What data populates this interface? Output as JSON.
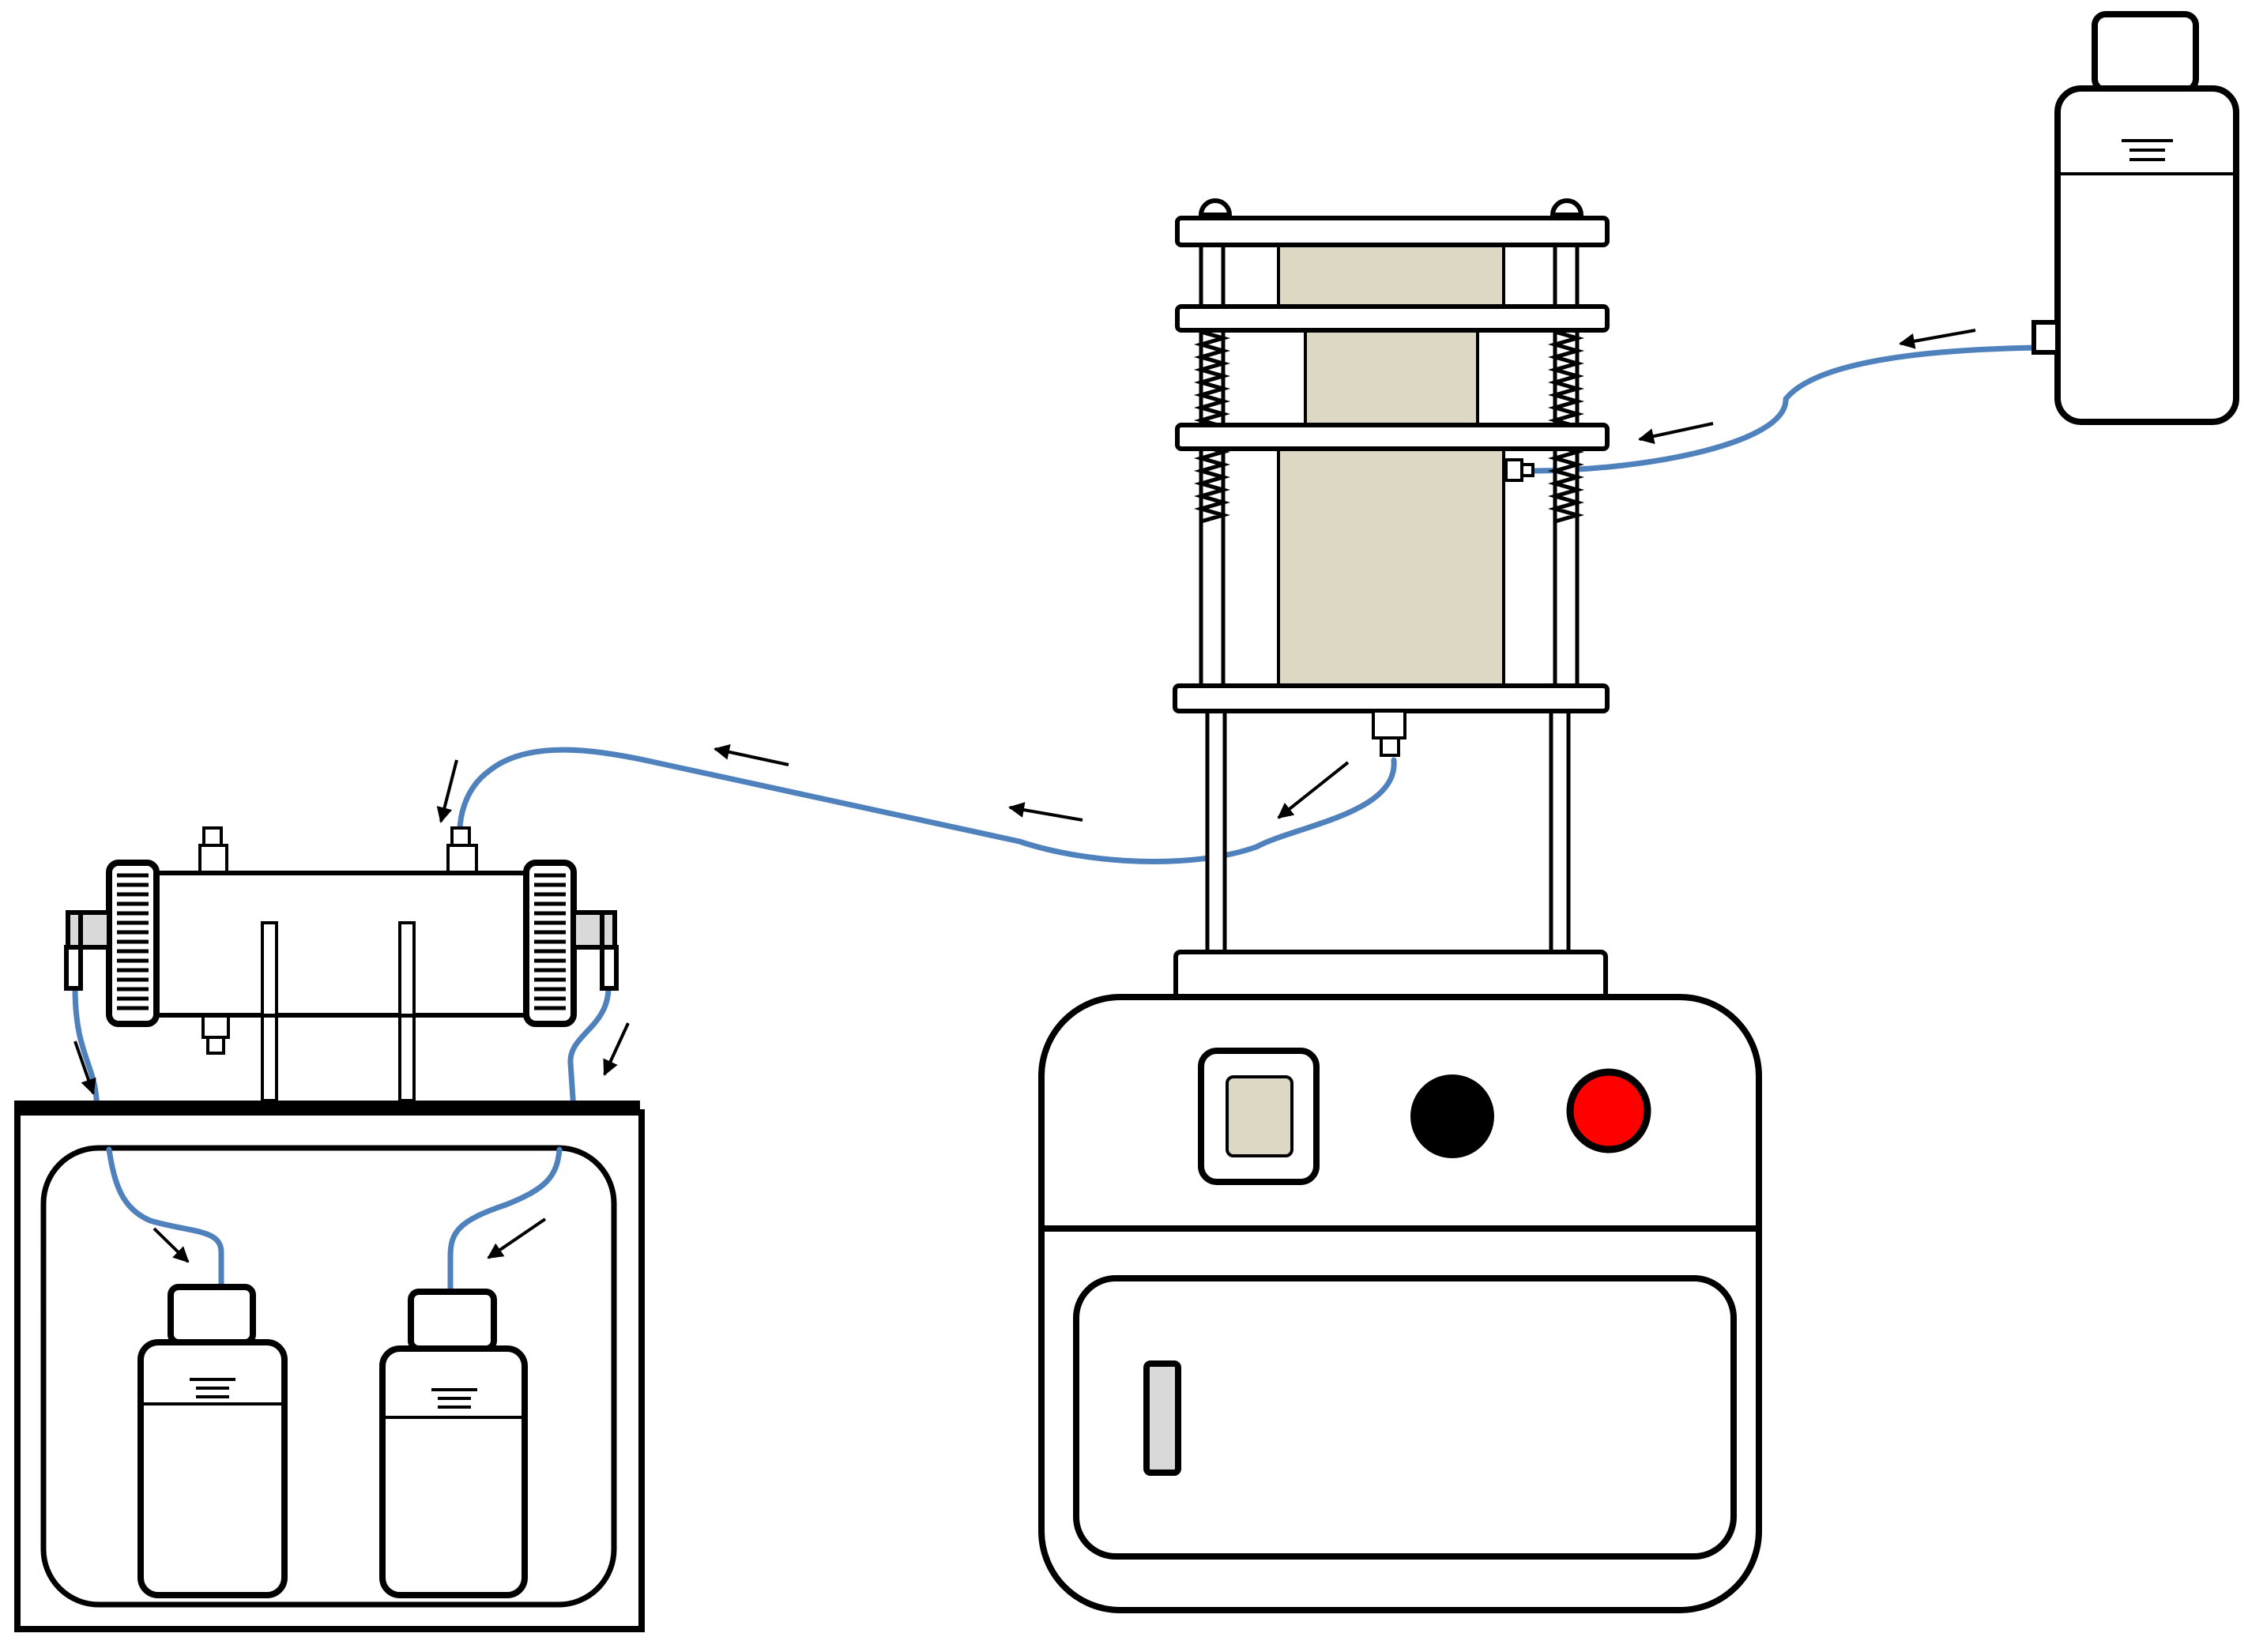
{
  "colors": {
    "outline": "#000000",
    "tubing": "#4f81bd",
    "sample": "#ddd8c4",
    "fitting": "#d9d9d9",
    "black_button": "#000000",
    "red_button": "#ff0000",
    "background": "#ffffff"
  },
  "components": [
    {
      "id": "reservoir-bottle",
      "icon": "bottle-icon"
    },
    {
      "id": "pressure-cell",
      "icon": "cell-icon"
    },
    {
      "id": "pump-unit",
      "icon": "pump-icon"
    },
    {
      "id": "filter-housing",
      "icon": "filter-icon"
    },
    {
      "id": "collection-bottle-left",
      "icon": "bottle-icon"
    },
    {
      "id": "collection-bottle-right",
      "icon": "bottle-icon"
    },
    {
      "id": "collection-bench",
      "icon": "bench-icon"
    }
  ],
  "flow_arrows": 11
}
